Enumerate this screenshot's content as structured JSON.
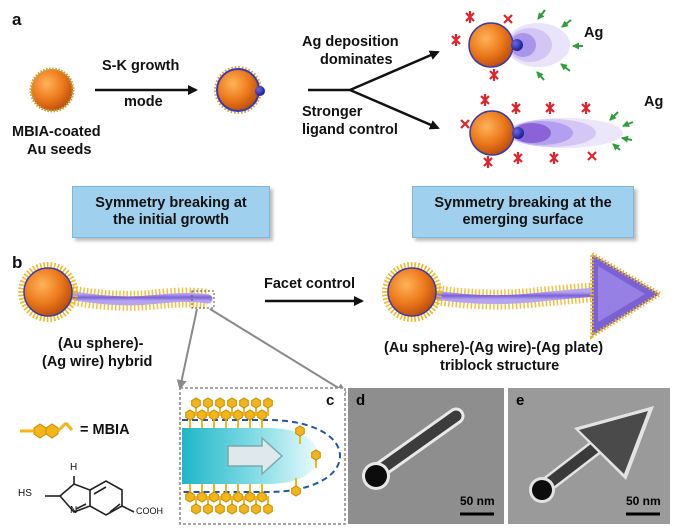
{
  "panels": {
    "a": "a",
    "b": "b",
    "c": "c",
    "d": "d",
    "e": "e"
  },
  "labels": {
    "sk_growth_line1": "S-K growth",
    "sk_growth_line2": "mode",
    "seeds_line1": "MBIA-coated",
    "seeds_line2": "Au seeds",
    "ag_dep_line1": "Ag deposition",
    "ag_dep_line2": "dominates",
    "ligand_line1": "Stronger",
    "ligand_line2": "ligand control",
    "ag_top": "Ag",
    "ag_bottom": "Ag",
    "facet_control": "Facet control",
    "hybrid_line1": "(Au  sphere)-",
    "hybrid_line2": "(Ag wire) hybrid",
    "triblock_line1": "(Au sphere)-(Ag wire)-(Ag plate)",
    "triblock_line2": "triblock structure",
    "mbia_key": "= MBIA",
    "sh_group": "HS",
    "nh_group": "H",
    "n_atom": "N",
    "cooh_group": "COOH",
    "scale_d": "50 nm",
    "scale_e": "50 nm"
  },
  "boxes": {
    "left_line1": "Symmetry breaking at",
    "left_line2": "the initial growth",
    "right_line1": "Symmetry breaking at the",
    "right_line2": "emerging surface"
  },
  "colors": {
    "au_sphere": "#e8761a",
    "ag_domain": "#8a64d6",
    "mbia_ligand": "#f2b51a",
    "info_box": "#9fd0ee",
    "green_arrow": "#2e9e3a",
    "red_ligand": "#e0242a"
  }
}
